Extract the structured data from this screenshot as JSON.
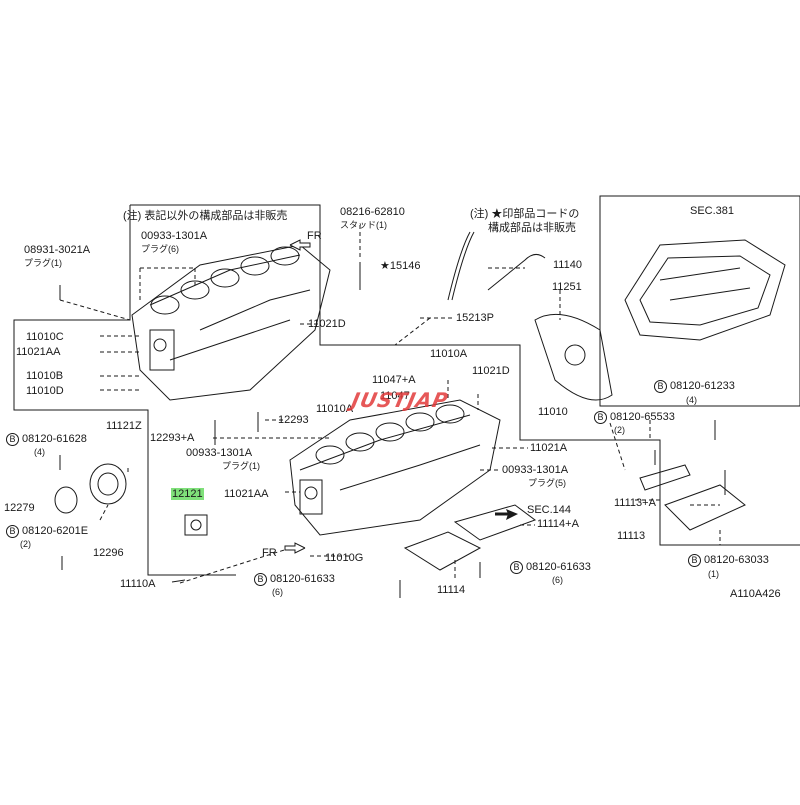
{
  "notes": {
    "note_left": "(注) 表記以外の構成部品は非販売",
    "note_right_1": "(注) ★印部品コードの",
    "note_right_2": "構成部品は非販売"
  },
  "sections": {
    "sec381": "SEC.381",
    "sec144": "SEC.144"
  },
  "direction": {
    "fr_top": "FR",
    "fr_bottom": "FR"
  },
  "bolt_symbol": "B",
  "watermark": "JUSTJAP",
  "figure_code": "A110A426",
  "labels": {
    "p08931": "08931-3021A",
    "p08931_sub": "プラグ(1)",
    "p00933a": "00933-1301A",
    "p00933a_sub": "プラグ(6)",
    "p08216": "08216-62810",
    "p08216_sub": "スタッド(1)",
    "p15146": "★15146",
    "p11140": "11140",
    "p11251": "11251",
    "p15213p": "15213P",
    "p11021d_top": "11021D",
    "p11010c": "11010C",
    "p11021aa_left": "11021AA",
    "p11010b": "11010B",
    "p11010d": "11010D",
    "p11010a_r": "11010A",
    "p11047a": "11047+A",
    "p11047": "11047",
    "p11010a_red": "11010A",
    "p11021d_mid": "11021D",
    "p11010": "11010",
    "p11021a": "11021A",
    "p00933b": "00933-1301A",
    "p00933b_sub": "プラグ(5)",
    "p12293": "12293",
    "p12293a": "12293+A",
    "p00933c": "00933-1301A",
    "p00933c_sub": "プラグ(1)",
    "p08120_61628": "08120-61628",
    "p08120_61628_q": "(4)",
    "p11121z": "11121Z",
    "p12279": "12279",
    "p12121": "12121",
    "p11021aa_mid": "11021AA",
    "p08120_6201e": "08120-6201E",
    "p08120_6201e_q": "(2)",
    "p12296": "12296",
    "p11010g": "11010G",
    "p11110a": "11110A",
    "p08120_61633a": "08120-61633",
    "p08120_61633a_q": "(6)",
    "p11114": "11114",
    "p11114a": "11114+A",
    "p08120_61633b": "08120-61633",
    "p08120_61633b_q": "(6)",
    "p08120_61233": "08120-61233",
    "p08120_61233_q": "(4)",
    "p08120_65533": "08120-65533",
    "p08120_65533_q": "(2)",
    "p11113a": "11113+A",
    "p11113": "11113",
    "p08120_63033": "08120-63033",
    "p08120_63033_q": "(1)"
  },
  "colors": {
    "line": "#1a1a1a",
    "highlight": "#7fe07a",
    "watermark": "#e23c3c"
  }
}
